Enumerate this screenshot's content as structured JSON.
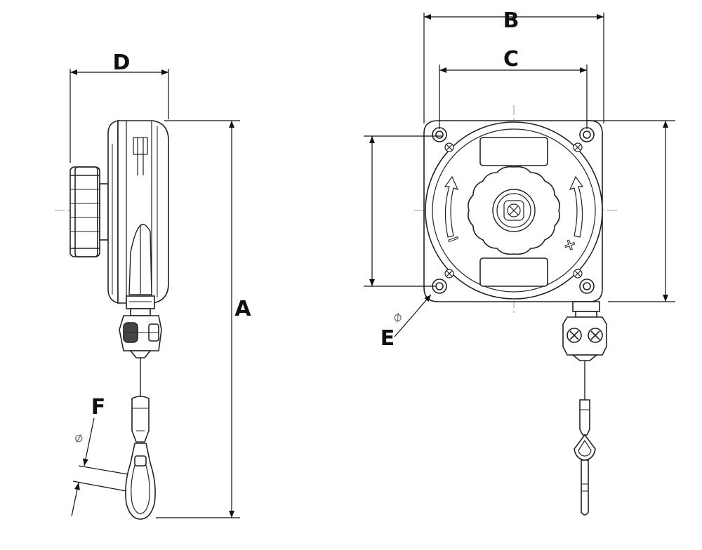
{
  "labels": {
    "A": "A",
    "B": "B",
    "C": "C",
    "D": "D",
    "E": "E",
    "F": "F"
  },
  "symbols": {
    "diameter": "⌀",
    "minus": "−",
    "plus": "+"
  },
  "colors": {
    "line": "#222222",
    "centerline": "#999999",
    "fill": "#ffffff"
  }
}
